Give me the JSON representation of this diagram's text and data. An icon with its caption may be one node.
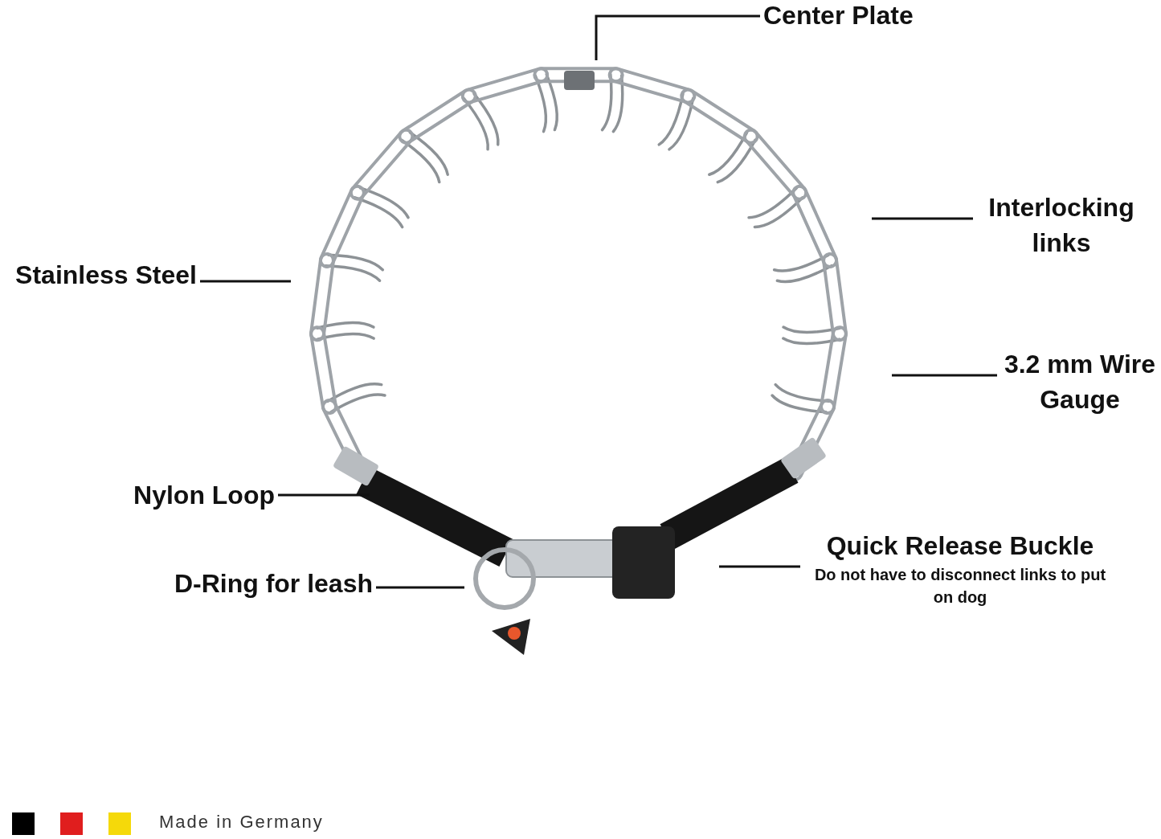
{
  "diagram": {
    "nodes": [
      {
        "text": [
          "Center Plate"
        ]
      },
      {
        "text": [
          "Interlocking links"
        ]
      },
      {
        "text": [
          "Stainless Steel"
        ]
      },
      {
        "text": [
          "3.2 mm Wire Gauge"
        ]
      },
      {
        "text": [
          "Nylon Loop"
        ]
      },
      {
        "text": [
          "Quick Release Buckle",
          "Do not have to disconnect links to put on dog"
        ]
      },
      {
        "text": [
          "D-Ring for leash"
        ]
      }
    ],
    "edges": [
      {
        "from": 0,
        "to": null,
        "arrow": "none"
      },
      {
        "from": 1,
        "to": null,
        "arrow": "none"
      },
      {
        "from": 2,
        "to": null,
        "arrow": "none"
      },
      {
        "from": 3,
        "to": null,
        "arrow": "none"
      },
      {
        "from": 4,
        "to": null,
        "arrow": "none"
      },
      {
        "from": 5,
        "to": null,
        "arrow": "none"
      },
      {
        "from": 6,
        "to": null,
        "arrow": "none"
      }
    ],
    "labels": [
      "Made in Germany"
    ]
  }
}
